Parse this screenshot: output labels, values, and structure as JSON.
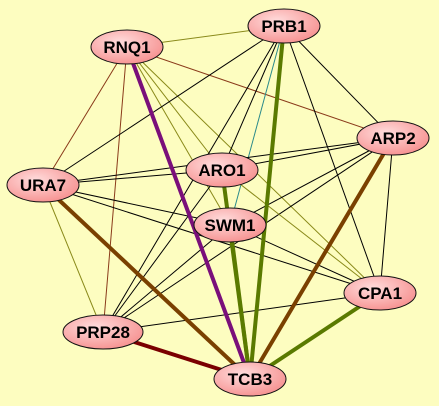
{
  "colors": {
    "background": "#fdfdc0",
    "node_fill": "#f6908f",
    "node_highlight": "#ffdcdc",
    "node_stroke": "#111111",
    "edge_black": "#000000",
    "edge_olive": "#8a8a1a",
    "edge_brown": "#8a3a1a",
    "edge_dark_red": "#7a0000",
    "edge_purple": "#7a0f7a",
    "edge_green": "#5a7a00",
    "edge_thick_brown": "#7a4000",
    "edge_teal": "#2a8a8a"
  },
  "nodes": [
    {
      "id": "PRB1",
      "label": "PRB1"
    },
    {
      "id": "RNQ1",
      "label": "RNQ1"
    },
    {
      "id": "ARP2",
      "label": "ARP2"
    },
    {
      "id": "ARO1",
      "label": "ARO1"
    },
    {
      "id": "URA7",
      "label": "URA7"
    },
    {
      "id": "SWM1",
      "label": "SWM1"
    },
    {
      "id": "CPA1",
      "label": "CPA1"
    },
    {
      "id": "PRP28",
      "label": "PRP28"
    },
    {
      "id": "TCB3",
      "label": "TCB3"
    }
  ],
  "edges": [
    {
      "source": "RNQ1",
      "target": "PRB1",
      "color": "edge_olive",
      "weight": "thin"
    },
    {
      "source": "RNQ1",
      "target": "ARP2",
      "color": "edge_brown",
      "weight": "thin"
    },
    {
      "source": "RNQ1",
      "target": "URA7",
      "color": "edge_brown",
      "weight": "thin"
    },
    {
      "source": "RNQ1",
      "target": "PRP28",
      "color": "edge_brown",
      "weight": "thin"
    },
    {
      "source": "RNQ1",
      "target": "ARO1",
      "color": "edge_olive",
      "weight": "thin"
    },
    {
      "source": "RNQ1",
      "target": "SWM1",
      "color": "edge_olive",
      "weight": "thin"
    },
    {
      "source": "RNQ1",
      "target": "CPA1",
      "color": "edge_olive",
      "weight": "thin"
    },
    {
      "source": "RNQ1",
      "target": "TCB3",
      "color": "edge_purple",
      "weight": "thick"
    },
    {
      "source": "PRB1",
      "target": "ARP2",
      "color": "edge_black",
      "weight": "thin"
    },
    {
      "source": "PRB1",
      "target": "URA7",
      "color": "edge_black",
      "weight": "thin"
    },
    {
      "source": "PRB1",
      "target": "ARO1",
      "color": "edge_black",
      "weight": "thin"
    },
    {
      "source": "PRB1",
      "target": "SWM1",
      "color": "edge_teal",
      "weight": "thin"
    },
    {
      "source": "PRB1",
      "target": "CPA1",
      "color": "edge_black",
      "weight": "thin"
    },
    {
      "source": "PRB1",
      "target": "PRP28",
      "color": "edge_black",
      "weight": "thin"
    },
    {
      "source": "PRB1",
      "target": "TCB3",
      "color": "edge_green",
      "weight": "thick"
    },
    {
      "source": "ARP2",
      "target": "URA7",
      "color": "edge_black",
      "weight": "thin"
    },
    {
      "source": "ARP2",
      "target": "ARO1",
      "color": "edge_black",
      "weight": "thin"
    },
    {
      "source": "ARP2",
      "target": "SWM1",
      "color": "edge_black",
      "weight": "thin"
    },
    {
      "source": "ARP2",
      "target": "CPA1",
      "color": "edge_black",
      "weight": "thin"
    },
    {
      "source": "ARP2",
      "target": "PRP28",
      "color": "edge_black",
      "weight": "thin"
    },
    {
      "source": "ARP2",
      "target": "TCB3",
      "color": "edge_thick_brown",
      "weight": "thick"
    },
    {
      "source": "URA7",
      "target": "ARO1",
      "color": "edge_black",
      "weight": "thin"
    },
    {
      "source": "URA7",
      "target": "SWM1",
      "color": "edge_black",
      "weight": "thin"
    },
    {
      "source": "URA7",
      "target": "CPA1",
      "color": "edge_black",
      "weight": "thin"
    },
    {
      "source": "URA7",
      "target": "PRP28",
      "color": "edge_olive",
      "weight": "thin"
    },
    {
      "source": "URA7",
      "target": "TCB3",
      "color": "edge_thick_brown",
      "weight": "thick"
    },
    {
      "source": "ARO1",
      "target": "SWM1",
      "color": "edge_black",
      "weight": "thin"
    },
    {
      "source": "ARO1",
      "target": "CPA1",
      "color": "edge_olive",
      "weight": "thin"
    },
    {
      "source": "ARO1",
      "target": "PRP28",
      "color": "edge_black",
      "weight": "thin"
    },
    {
      "source": "ARO1",
      "target": "TCB3",
      "color": "edge_green",
      "weight": "thick"
    },
    {
      "source": "SWM1",
      "target": "CPA1",
      "color": "edge_black",
      "weight": "thin"
    },
    {
      "source": "SWM1",
      "target": "PRP28",
      "color": "edge_black",
      "weight": "thin"
    },
    {
      "source": "SWM1",
      "target": "TCB3",
      "color": "edge_green",
      "weight": "thick"
    },
    {
      "source": "CPA1",
      "target": "PRP28",
      "color": "edge_black",
      "weight": "thin"
    },
    {
      "source": "CPA1",
      "target": "TCB3",
      "color": "edge_green",
      "weight": "thick"
    },
    {
      "source": "PRP28",
      "target": "TCB3",
      "color": "edge_dark_red",
      "weight": "thick"
    }
  ]
}
